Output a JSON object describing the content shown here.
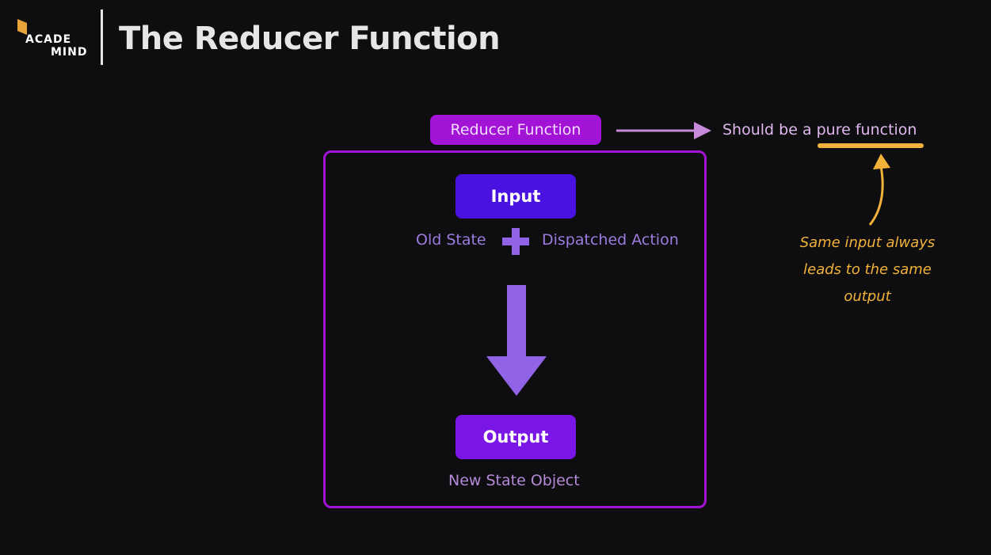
{
  "header": {
    "logo_line1": "ACADE",
    "logo_line2": "MIND",
    "title": "The Reducer Function"
  },
  "diagram": {
    "reducer_label": "Reducer Function",
    "input_label": "Input",
    "old_state": "Old State",
    "dispatched_action": "Dispatched Action",
    "output_label": "Output",
    "new_state": "New State Object"
  },
  "annotations": {
    "pure_note": "Should be a pure function",
    "same_input_note": "Same input always leads to the same output"
  },
  "colors": {
    "background": "#0e0d0f",
    "accent_magenta": "#a213d6",
    "input_blue": "#4a12e0",
    "output_purple": "#7a16e6",
    "arrow_purple": "#9163e6",
    "annotation_yellow": "#f2b23a",
    "annotation_pink": "#e0b8f0"
  },
  "icons": {
    "logo": "academind-logo",
    "plus": "plus-icon",
    "down_arrow": "down-arrow-icon",
    "right_arrow": "right-arrow-icon",
    "curved_arrow": "curved-up-arrow-icon"
  }
}
